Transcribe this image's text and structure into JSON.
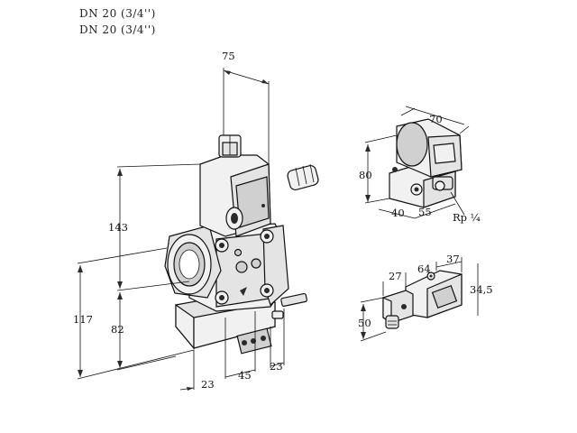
{
  "header": {
    "line1": "DN 20 (3/4'')",
    "line2": "DN 20 (3/4'')"
  },
  "main_view": {
    "dims": {
      "width_top": "75",
      "height_upper": "143",
      "height_total": "117",
      "height_lower": "82",
      "bottom_left": "23",
      "bottom_mid": "45",
      "bottom_right": "23"
    }
  },
  "top_detail": {
    "dims": {
      "width": "70",
      "height": "80",
      "depth": "40",
      "length": "55",
      "thread": "Rp ¼"
    }
  },
  "bottom_detail": {
    "dims": {
      "d27": "27",
      "d64": "64",
      "d37": "37",
      "d34_5": "34,5",
      "d50": "50"
    }
  }
}
